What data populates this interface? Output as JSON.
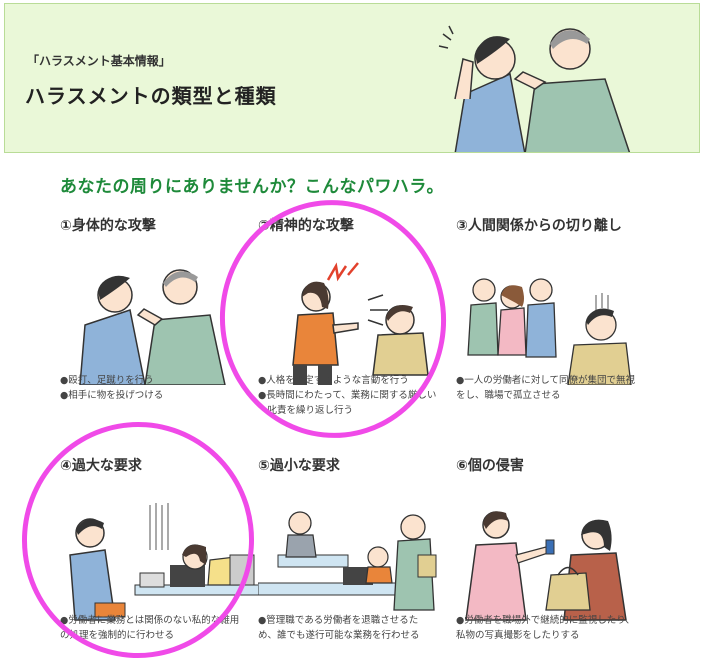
{
  "banner": {
    "subtitle": "「ハラスメント基本情報」",
    "title": "ハラスメントの類型と種類"
  },
  "headline": "あなたの周りにありませんか？こんなパワハラ。",
  "cards": [
    {
      "title": "①身体的な攻撃",
      "desc": [
        "●殴打、足蹴りを行う",
        "●相手に物を投げつける"
      ]
    },
    {
      "title": "②精神的な攻撃",
      "desc": [
        "●人格を否定するような言動を行う",
        "●長時間にわたって、業務に関する厳しい",
        "　叱責を繰り返し行う"
      ]
    },
    {
      "title": "③人間関係からの切り離し",
      "desc": [
        "●一人の労働者に対して同僚が集団で無視",
        "をし、職場で孤立させる"
      ]
    },
    {
      "title": "④過大な要求",
      "desc": [
        "●労働者に業務とは関係のない私的な雑用",
        "の処理を強制的に行わせる"
      ]
    },
    {
      "title": "⑤過小な要求",
      "desc": [
        "●管理職である労働者を退職させるた",
        "め、誰でも遂行可能な業務を行わせる"
      ]
    },
    {
      "title": "⑥個の侵害",
      "desc": [
        "●労働者を職場外で継続的に監視したり、",
        "私物の写真撮影をしたりする"
      ]
    }
  ],
  "colors": {
    "banner_bg": "#eaf8d8",
    "headline": "#1e8a3a",
    "highlight": "#f04ae8"
  }
}
